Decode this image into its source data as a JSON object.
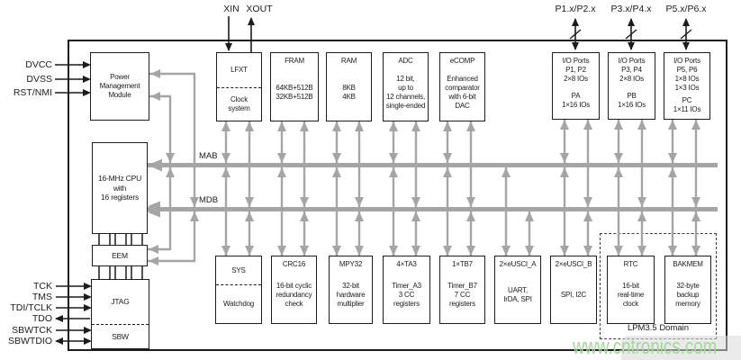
{
  "watermark": "www.cntronics.com",
  "buses": {
    "mab": "MAB",
    "mdb": "MDB"
  },
  "domain_box": {
    "label": "LPM3.5 Domain"
  },
  "pins": {
    "xin": "XIN",
    "xout": "XOUT",
    "p12": "P1.x/P2.x",
    "p34": "P3.x/P4.x",
    "p56": "P5.x/P6.x",
    "dvcc": "DVCC",
    "dvss": "DVSS",
    "rst": "RST/NMI",
    "tck": "TCK",
    "tms": "TMS",
    "tdi": "TDI/TCLK",
    "tdo": "TDO",
    "sbwtck": "SBWTCK",
    "sbwtdio": "SBWTDIO"
  },
  "blocks": {
    "pmm": {
      "title": "Power\nManagement\nModule"
    },
    "lfxt": {
      "title": "LFXT",
      "sub": "Clock\nsystem"
    },
    "fram": {
      "title": "FRAM",
      "sub": "64KB+512B\n32KB+512B"
    },
    "ram": {
      "title": "RAM",
      "sub": "8KB\n4KB"
    },
    "adc": {
      "title": "ADC",
      "sub": "12 bit,\nup to\n12 channels,\nsingle-ended"
    },
    "ecomp": {
      "title": "eCOMP",
      "sub": "Enhanced\ncomparator\nwith 6-bit\nDAC"
    },
    "ports12": {
      "title": "I/O Ports\nP1, P2\n2×8 IOs",
      "sub": "PA\n1×16 IOs"
    },
    "ports34": {
      "title": "I/O Ports\nP3, P4\n2×8 IOs",
      "sub": "PB\n1×16 IOs"
    },
    "ports56": {
      "title": "I/O Ports\nP5, P6\n1×8 IOs\n1×3 IOs",
      "sub": "PC\n1×11 IOs"
    },
    "cpu": {
      "title": "16-MHz CPU\nwith\n16 registers"
    },
    "eem": {
      "title": "EEM"
    },
    "jtag": {
      "title": "JTAG",
      "sub": "SBW"
    },
    "sys": {
      "title": "SYS",
      "sub": "Watchdog"
    },
    "crc": {
      "title": "CRC16",
      "sub": "16-bit cyclic\nredundancy\ncheck"
    },
    "mpy": {
      "title": "MPY32",
      "sub": "32-bit\nhardware\nmultiplier"
    },
    "ta3": {
      "title": "4×TA3",
      "sub": "Timer_A3\n3 CC\nregisters"
    },
    "tb7": {
      "title": "1×TB7",
      "sub": "Timer_B7\n7 CC\nregisters"
    },
    "uscia": {
      "title": "2×eUSCI_A",
      "sub": "UART,\nIrDA, SPI"
    },
    "uscib": {
      "title": "2×eUSCI_B",
      "sub": "SPI, I2C"
    },
    "rtc": {
      "title": "RTC",
      "sub": "16-bit\nreal-time\nclock"
    },
    "bakmem": {
      "title": "BAKMEM",
      "sub": "32-byte\nbackup\nmemory"
    }
  },
  "colors": {
    "gray": "#a5a5a5",
    "black": "#1c1c1c",
    "watermark_green": "#a5d79c"
  }
}
